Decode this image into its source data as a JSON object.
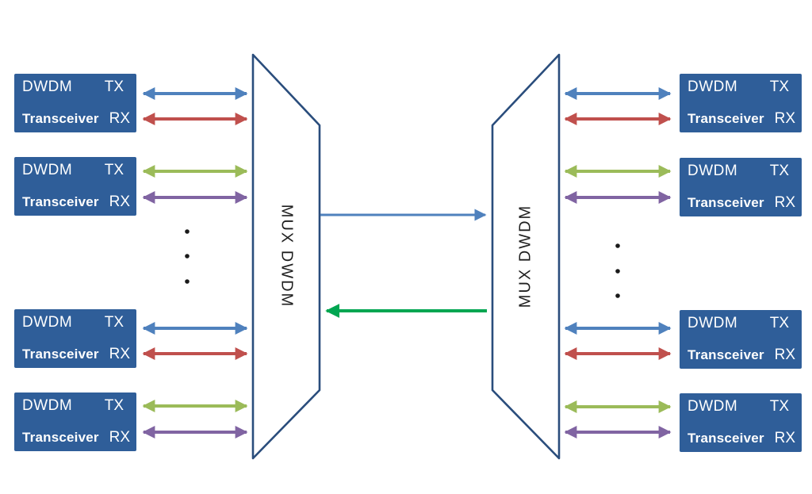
{
  "colors": {
    "box_fill": "#2F5E99",
    "box_text": "#FFFFFF",
    "outline_navy": "#2A4D7C",
    "tx_blue": "#4F81BD",
    "rx_red": "#C0504D",
    "tx_green": "#9BBB59",
    "rx_purple": "#8064A2",
    "trunk_blue": "#4F81BD",
    "trunk_green": "#00A651",
    "dot_black": "#1A1A1A"
  },
  "mux": {
    "label": "MUX DWDM"
  },
  "transceiver": {
    "name_line1": "DWDM",
    "port_tx": "TX",
    "name_line2": "Transceiver",
    "port_rx": "RX"
  },
  "structure": {
    "left_transceivers": 4,
    "right_transceivers": 4,
    "ellipsis_dots_per_side": 3,
    "channel_arrow_colors": [
      "#4F81BD",
      "#C0504D",
      "#9BBB59",
      "#8064A2"
    ],
    "trunk_forward_color": "#4F81BD",
    "trunk_return_color": "#00A651"
  }
}
